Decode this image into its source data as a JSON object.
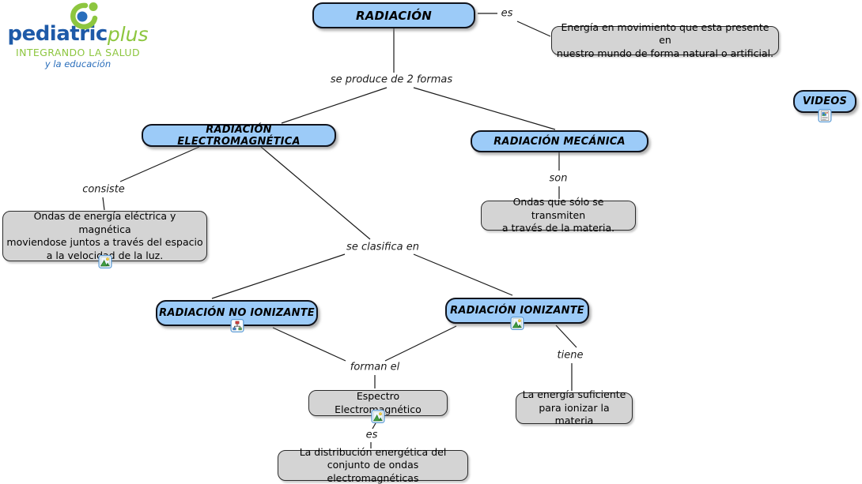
{
  "logo": {
    "brand_primary": "pediatric",
    "brand_secondary": "plus",
    "tagline1": "INTEGRANDO LA SALUD",
    "tagline2": "y la educación"
  },
  "colors": {
    "concept_fill": "#9ccbf8",
    "concept_border": "#10131c",
    "description_fill": "#d4d4d4",
    "line_color": "#1a1a1a",
    "logo_blue": "#1e5aa8",
    "logo_green": "#8dc63f"
  },
  "concepts": {
    "radiacion": {
      "label": "RADIACIÓN"
    },
    "electromagnetica": {
      "label": "RADIACIÓN ELECTROMAGNÉTICA"
    },
    "mecanica": {
      "label": "RADIACIÓN MECÁNICA"
    },
    "no_ionizante": {
      "label": "RADIACIÓN NO IONIZANTE"
    },
    "ionizante": {
      "label": "RADIACIÓN IONIZANTE"
    },
    "videos": {
      "label": "VIDEOS"
    }
  },
  "descriptions": {
    "energia": {
      "text": "Energía en movimiento que esta presente en\nnuestro mundo de forma natural o artificial."
    },
    "ondas_electricas": {
      "text": "Ondas de energía eléctrica y magnética\nmoviendose juntos a través del espacio\na la velocidad de la luz."
    },
    "ondas_materia": {
      "text": "Ondas que sólo se transmiten\na través de la materia."
    },
    "espectro": {
      "text": "Espectro Electromagnético"
    },
    "energia_suficiente": {
      "text": "La energía suficiente\npara ionizar la materia"
    },
    "distribucion": {
      "text": "La distribución energética del\nconjunto de ondas electromagnéticas"
    }
  },
  "link_labels": {
    "es_top": "es",
    "se_produce": "se produce de 2 formas",
    "consiste": "consiste",
    "son": "son",
    "se_clasifica": "se clasifica en",
    "forman_el": "forman el",
    "tiene": "tiene",
    "es_bottom": "es"
  },
  "icons": {
    "image_icon": "image-resource",
    "cmap_icon": "linked-concept-map",
    "doc_icon": "document-resource"
  }
}
